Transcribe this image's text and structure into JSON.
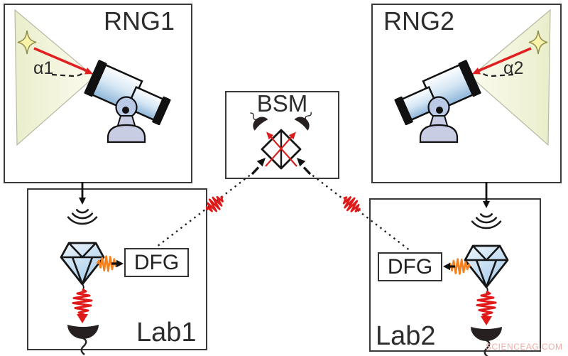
{
  "figure": {
    "panels": {
      "rng1": {
        "label": "RNG1",
        "angle": "α1"
      },
      "rng2": {
        "label": "RNG2",
        "angle": "α2"
      },
      "bsm": {
        "label": "BSM"
      },
      "lab1": {
        "label": "Lab1",
        "dfg": "DFG"
      },
      "lab2": {
        "label": "Lab2",
        "dfg": "DFG"
      }
    },
    "watermark": "SCIENCEAG.COM",
    "colors": {
      "box_border": "#3a3a3a",
      "starlight_red": "#e02020",
      "photon_orange": "#f5801e",
      "photon_red": "#e01a1a",
      "gem_blue": "#bcd9ef",
      "cone_yellow": "#eef0d4",
      "star_yellow": "#f9f3a9",
      "watermark_pink": "#f2aba5"
    },
    "icons": {
      "star-icon": "four-point star light source",
      "telescope-icon": "telescope on mount",
      "beam-cone-icon": "starlight collection cone",
      "starlight-arrow-icon": "red arrow star to telescope",
      "angle-dash-icon": "dashed angle reference line",
      "signal-line-icon": "random bit line RNG to Lab",
      "broadcast-arcs-icon": "signal arcs onto crystal",
      "diamond-icon": "diamond crystal qubit",
      "wavepacket-icon": "photon wave packet squiggle",
      "detector-icon": "photon detector dome",
      "beamsplitter-icon": "beam splitter diamond at BSM",
      "input-arrow-icon": "photon input arrow into beamsplitter",
      "fiber-link-icon": "dotted fiber link Lab to BSM"
    }
  }
}
